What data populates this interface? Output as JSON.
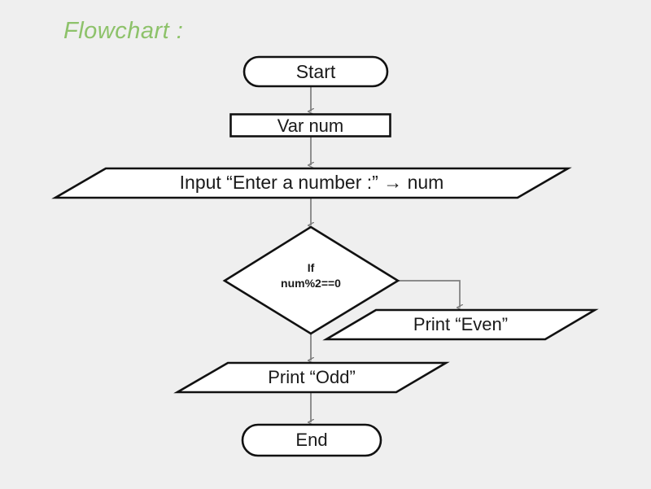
{
  "page": {
    "title": "Flowchart :",
    "background_color": "#efefef",
    "title_color": "#8dc26a",
    "shape_fill": "#ffffff",
    "shape_stroke": "#111111",
    "connector_color": "#808080",
    "text_color": "#1a1a1a"
  },
  "flowchart": {
    "nodes": [
      {
        "id": "start",
        "shape": "terminator",
        "label": "Start"
      },
      {
        "id": "var-num",
        "shape": "process",
        "label": "Var num"
      },
      {
        "id": "input-number",
        "shape": "parallelogram",
        "label": "Input “Enter a number :”  → num"
      },
      {
        "id": "decision-even",
        "shape": "diamond",
        "label_line1": "If",
        "label_line2": "num%2==0"
      },
      {
        "id": "print-even",
        "shape": "parallelogram",
        "label": "Print “Even”"
      },
      {
        "id": "print-odd",
        "shape": "parallelogram",
        "label": "Print “Odd”"
      },
      {
        "id": "end",
        "shape": "terminator",
        "label": "End"
      }
    ],
    "edges": [
      {
        "id": "start-to-var-num",
        "from": "start",
        "to": "var-num"
      },
      {
        "id": "var-num-to-input",
        "from": "var-num",
        "to": "input-number"
      },
      {
        "id": "input-to-decision",
        "from": "input-number",
        "to": "decision-even"
      },
      {
        "id": "decision-to-print-even",
        "from": "decision-even",
        "to": "print-even"
      },
      {
        "id": "decision-to-print-odd",
        "from": "decision-even",
        "to": "print-odd"
      },
      {
        "id": "print-odd-to-end",
        "from": "print-odd",
        "to": "end"
      }
    ]
  }
}
